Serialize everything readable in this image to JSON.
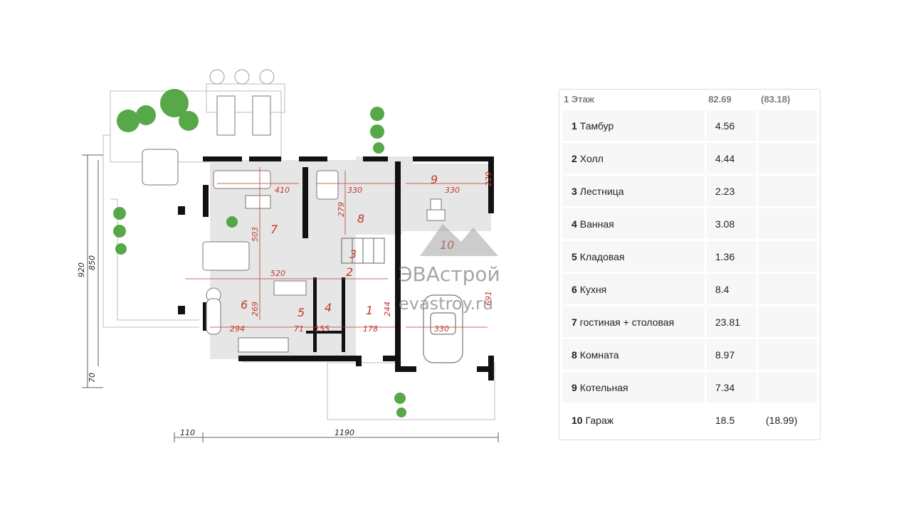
{
  "plan": {
    "dims": {
      "left_total": "920",
      "left_inner": "850",
      "left_bottom": "70",
      "bottom_left": "110",
      "bottom_total": "1190",
      "d410": "410",
      "d330a": "330",
      "d330b": "330",
      "d229": "229",
      "d279": "279",
      "d503": "503",
      "d520": "520",
      "d269": "269",
      "d244": "244",
      "d294": "294",
      "d71": "71",
      "d155": "155",
      "d178": "178",
      "d330c": "330",
      "d691": "691"
    },
    "rooms": [
      "1",
      "2",
      "3",
      "4",
      "5",
      "6",
      "7",
      "8",
      "9",
      "10"
    ],
    "watermark": {
      "brand": "ЭВАстрой",
      "url": "evastroy.ru"
    }
  },
  "table": {
    "header": {
      "label": "1 Этаж",
      "area": "82.69",
      "area_total": "(83.18)"
    },
    "rows": [
      {
        "num": "1",
        "name": "Тамбур",
        "area": "4.56",
        "extra": ""
      },
      {
        "num": "2",
        "name": "Холл",
        "area": "4.44",
        "extra": ""
      },
      {
        "num": "3",
        "name": "Лестница",
        "area": "2.23",
        "extra": ""
      },
      {
        "num": "4",
        "name": "Ванная",
        "area": "3.08",
        "extra": ""
      },
      {
        "num": "5",
        "name": "Кладовая",
        "area": "1.36",
        "extra": ""
      },
      {
        "num": "6",
        "name": "Кухня",
        "area": "8.4",
        "extra": ""
      },
      {
        "num": "7",
        "name": "гостиная + столовая",
        "area": "23.81",
        "extra": ""
      },
      {
        "num": "8",
        "name": "Комната",
        "area": "8.97",
        "extra": ""
      },
      {
        "num": "9",
        "name": "Котельная",
        "area": "7.34",
        "extra": ""
      },
      {
        "num": "10",
        "name": "Гараж",
        "area": "18.5",
        "extra": "(18.99)"
      }
    ]
  },
  "colors": {
    "wall": "#111111",
    "floor": "#e6e6e6",
    "dim": "#c0392b",
    "greenery": "#3a9a2a"
  }
}
